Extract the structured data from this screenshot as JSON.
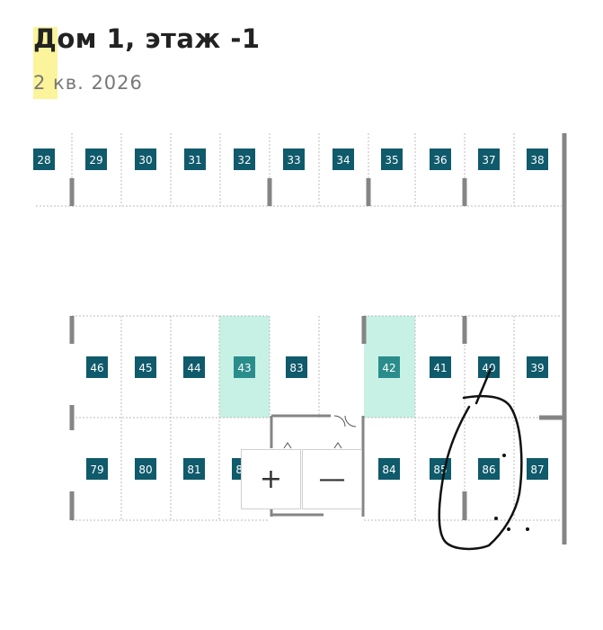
{
  "header": {
    "title": "Дом 1, этаж -1",
    "subtitle": "2 кв. 2026"
  },
  "colors": {
    "spot": "#0f5a6b",
    "available_spot": "#2a8d8c",
    "available_fill": "#c8f1e6",
    "highlight": "#fbf49a",
    "wall": "#858585"
  },
  "parking": {
    "top_row": [
      "28",
      "29",
      "30",
      "31",
      "32",
      "33",
      "34",
      "35",
      "36",
      "37",
      "38"
    ],
    "middle_row": [
      "46",
      "45",
      "44",
      "43",
      "83",
      "42",
      "41",
      "40",
      "39"
    ],
    "bottom_row": [
      "79",
      "80",
      "81",
      "82",
      "84",
      "85",
      "86",
      "87"
    ],
    "available": [
      "43",
      "42"
    ]
  },
  "zoom": {
    "in_label": "+",
    "out_label": "—"
  }
}
